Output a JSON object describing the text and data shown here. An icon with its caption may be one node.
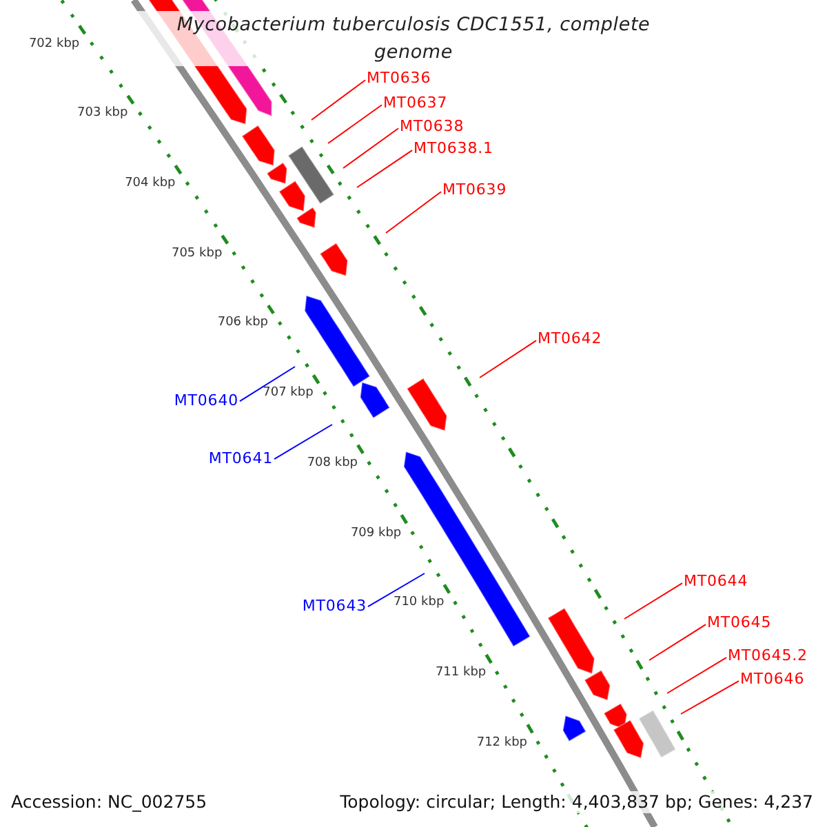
{
  "diagram": {
    "title": "Mycobacterium tuberculosis CDC1551, complete genome",
    "nodes": [
      {
        "text": [
          "MT0636"
        ]
      },
      {
        "text": [
          "MT0637"
        ]
      },
      {
        "text": [
          "MT0638"
        ]
      },
      {
        "text": [
          "MT0638.1"
        ]
      },
      {
        "text": [
          "MT0639"
        ]
      },
      {
        "text": [
          "MT0640"
        ]
      },
      {
        "text": [
          "MT0641"
        ]
      },
      {
        "text": [
          "MT0642"
        ]
      },
      {
        "text": [
          "MT0643"
        ]
      },
      {
        "text": [
          "MT0644"
        ]
      },
      {
        "text": [
          "MT0645"
        ]
      },
      {
        "text": [
          "MT0645.2"
        ]
      },
      {
        "text": [
          "MT0646"
        ]
      }
    ],
    "edges": [
      {
        "from": 0,
        "to": null,
        "arrow": "none"
      },
      {
        "from": 1,
        "to": null,
        "arrow": "none"
      },
      {
        "from": 2,
        "to": null,
        "arrow": "none"
      },
      {
        "from": 3,
        "to": null,
        "arrow": "none"
      },
      {
        "from": 4,
        "to": null,
        "arrow": "none"
      },
      {
        "from": 5,
        "to": null,
        "arrow": "none",
        "color": "#0000ff"
      },
      {
        "from": 6,
        "to": null,
        "arrow": "none",
        "color": "#0000ff"
      },
      {
        "from": 7,
        "to": null,
        "arrow": "none"
      },
      {
        "from": 8,
        "to": null,
        "arrow": "none",
        "color": "#0000ff"
      },
      {
        "from": 9,
        "to": null,
        "arrow": "none"
      },
      {
        "from": 10,
        "to": null,
        "arrow": "none"
      },
      {
        "from": 11,
        "to": null,
        "arrow": "none"
      },
      {
        "from": 12,
        "to": null,
        "arrow": "none"
      }
    ],
    "labels": [
      "702 kbp",
      "703 kbp",
      "704 kbp",
      "705 kbp",
      "706 kbp",
      "707 kbp",
      "708 kbp",
      "709 kbp",
      "710 kbp",
      "711 kbp",
      "712 kbp",
      "Accession: NC_002755",
      "Topology: circular; Length: 4,403,837 bp; Genes: 4,237"
    ]
  }
}
